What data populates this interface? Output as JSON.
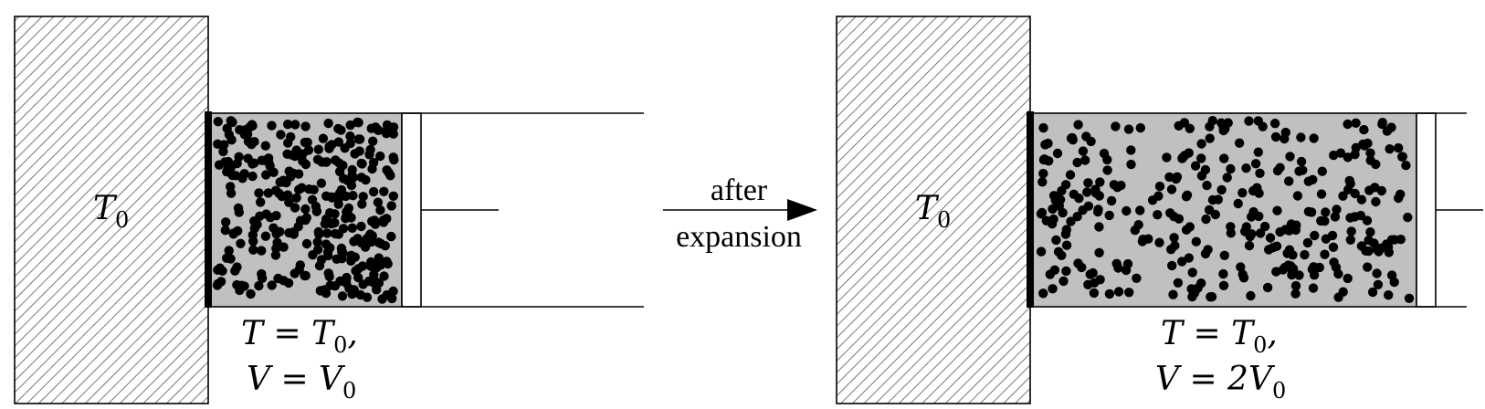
{
  "left_system": {
    "reservoir_label": "T",
    "reservoir_label_sub": "0",
    "state_line1": "T = T",
    "state_line1_sub": "0",
    "state_line1_suffix": ",",
    "state_line2": "V = V",
    "state_line2_sub": "0"
  },
  "arrow": {
    "line1": "after",
    "line2": "expansion"
  },
  "right_system": {
    "reservoir_label": "T",
    "reservoir_label_sub": "0",
    "state_line1": "T = T",
    "state_line1_sub": "0",
    "state_line1_suffix": ",",
    "state_line2": "V = 2V",
    "state_line2_sub": "0"
  },
  "colors": {
    "gas": "#c0c0c0",
    "particle": "#000000",
    "line": "#000000",
    "hatch": "#555555"
  }
}
